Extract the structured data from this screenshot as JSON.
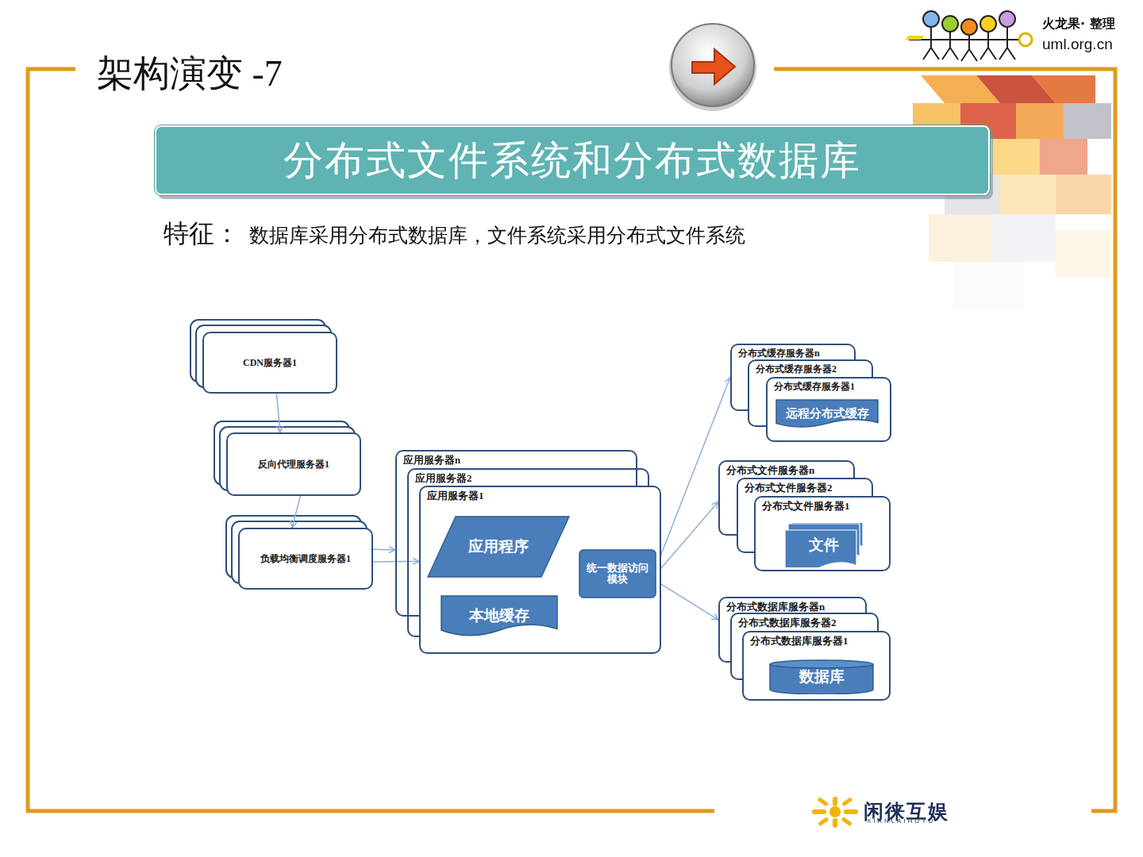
{
  "diagram": {
    "title": "架构演变 -7",
    "nodes": [
      {
        "text": [
          "CDN服务器1"
        ]
      },
      {
        "text": [
          "反向代理服务器1"
        ]
      },
      {
        "text": [
          "负载均衡调度服务器1"
        ]
      },
      {
        "text": [
          "应用服务器n"
        ]
      },
      {
        "text": [
          "应用服务器2"
        ]
      },
      {
        "text": [
          "应用服务器1"
        ]
      },
      {
        "text": [
          "应用程序"
        ],
        "in": 5
      },
      {
        "text": [
          "本地缓存"
        ],
        "in": 5
      },
      {
        "text": [
          "统一数据访问模块"
        ],
        "in": 5
      },
      {
        "text": [
          "分布式缓存服务器n"
        ]
      },
      {
        "text": [
          "分布式缓存服务器2"
        ]
      },
      {
        "text": [
          "分布式缓存服务器1"
        ]
      },
      {
        "text": [
          "远程分布式缓存"
        ],
        "in": 11
      },
      {
        "text": [
          "分布式文件服务器n"
        ]
      },
      {
        "text": [
          "分布式文件服务器2"
        ]
      },
      {
        "text": [
          "分布式文件服务器1"
        ]
      },
      {
        "text": [
          "文件"
        ],
        "in": 15
      },
      {
        "text": [
          "分布式数据库服务器n"
        ]
      },
      {
        "text": [
          "分布式数据库服务器2"
        ]
      },
      {
        "text": [
          "分布式数据库服务器1"
        ]
      },
      {
        "text": [
          "数据库"
        ],
        "in": 19
      }
    ],
    "edges": [
      {
        "from": 0,
        "to": 1,
        "arrow": "to"
      },
      {
        "from": 1,
        "to": 2,
        "arrow": "to"
      },
      {
        "from": 2,
        "to": 3,
        "arrow": "to"
      },
      {
        "from": 2,
        "to": 5,
        "arrow": "to"
      },
      {
        "from": 6,
        "to": 7,
        "arrow": "to"
      },
      {
        "from": 6,
        "to": 8,
        "arrow": "to"
      },
      {
        "from": 8,
        "to": 9,
        "arrow": "to"
      },
      {
        "from": 8,
        "to": 13,
        "arrow": "to"
      },
      {
        "from": 8,
        "to": 17,
        "arrow": "to"
      }
    ],
    "labels": [
      "分布式文件系统和分布式数据库",
      "特征：",
      "数据库采用分布式数据库，文件系统采用分布式文件系统",
      "火龙果· 整理",
      "uml.org.cn",
      "闲徕互娱",
      "XIANLAIHUYU"
    ]
  }
}
